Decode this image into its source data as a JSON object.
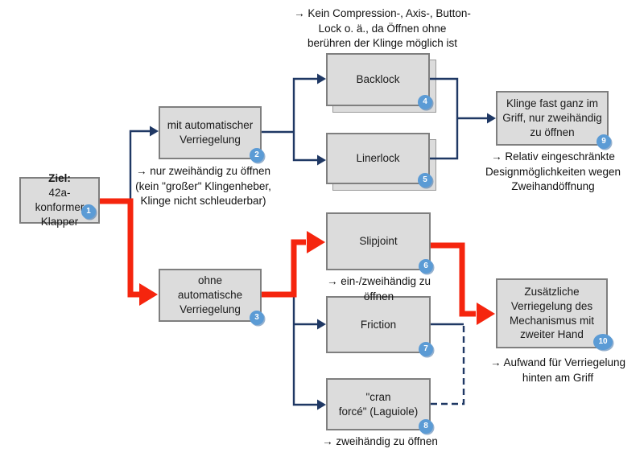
{
  "diagram": {
    "language": "de",
    "nodes": {
      "goal": {
        "title": "Ziel:",
        "line2": "42a-konformer",
        "line3": "Klapper",
        "badge": "1"
      },
      "with_lock": {
        "label": "mit automatischer Verriegelung",
        "badge": "2"
      },
      "without_lock": {
        "label": "ohne automatische Verriegelung",
        "badge": "3"
      },
      "backlock": {
        "label": "Backlock",
        "badge": "4"
      },
      "linerlock": {
        "label": "Linerlock",
        "badge": "5"
      },
      "slipjoint": {
        "label": "Slipjoint",
        "badge": "6"
      },
      "friction": {
        "label": "Friction",
        "badge": "7"
      },
      "cran_force": {
        "label": "\"cran\nforcé\" (Laguiole)",
        "badge": "8"
      },
      "result_two_hand": {
        "label": "Klinge fast ganz im Griff, nur zweihändig zu öffnen",
        "badge": "9"
      },
      "result_second_hand": {
        "label": "Zusätzliche Verriegelung des Mechanismus mit zweiter Hand",
        "badge": "10"
      }
    },
    "notes": {
      "no_compression_lock": "→ Kein Compression-, Axis-, Button-\nLock o. ä., da Öffnen ohne\nberühren der Klinge möglich ist",
      "two_handed_only": "→ nur zweihändig zu öffnen\n(kein \"großer\" Klingenheber,\nKlinge nicht schleuderbar)",
      "restricted_design": "→ Relativ eingeschränkte\nDesignmöglichkeiten wegen\nZweihandöffnung",
      "one_or_two_handed": "→ ein-/zweihändig zu\nöffnen",
      "two_handed_open": "→ zweihändig zu öffnen",
      "locking_effort": "→ Aufwand für Verriegelung\nhinten am Griff"
    },
    "colors": {
      "box_fill": "#dcdcdc",
      "box_border": "#7f7f7f",
      "line_blue": "#1f3864",
      "line_red": "#f5250e",
      "badge_fill": "#5b9bd5",
      "text": "#1a1a1a"
    }
  }
}
